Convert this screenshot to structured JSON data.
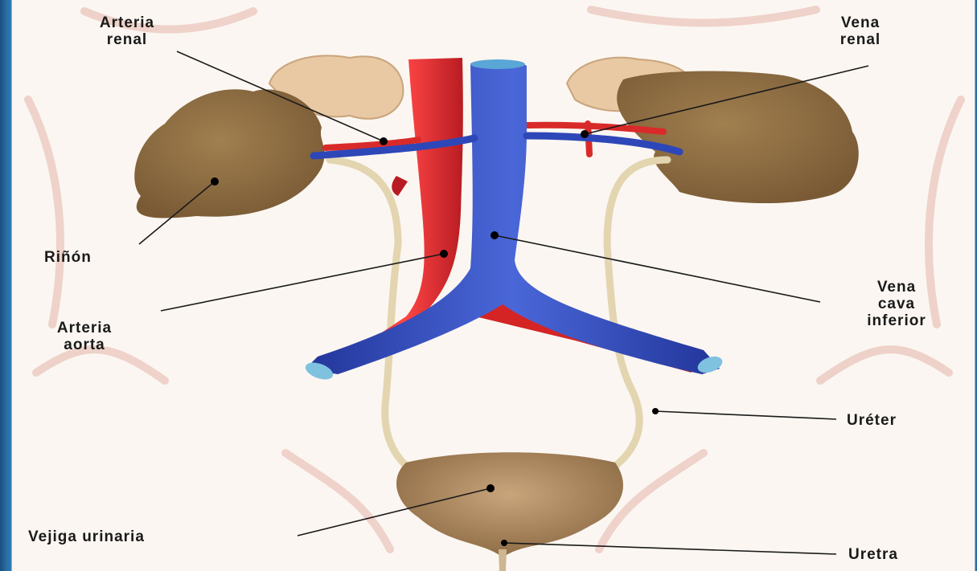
{
  "labels": {
    "arteria_renal": [
      "Arteria",
      "renal"
    ],
    "vena_renal": [
      "Vena",
      "renal"
    ],
    "rinon": "Riñón",
    "arteria_aorta": [
      "Arteria",
      "aorta"
    ],
    "vena_cava_inferior": [
      "Vena",
      "cava",
      "inferior"
    ],
    "ureter": "Uréter",
    "vejiga_urinaria": "Vejiga urinaria",
    "uretra": "Uretra"
  },
  "colors": {
    "background": "#fbf6f1",
    "frame": "#2a6ea6",
    "kidney": "#8a6a42",
    "adrenal": "#e8c9a4",
    "artery": "#d92a2a",
    "vein": "#2e47b8",
    "ureter": "#e2d5b0",
    "bladder": "#9c7a52",
    "outline": "#e9c7bf"
  }
}
